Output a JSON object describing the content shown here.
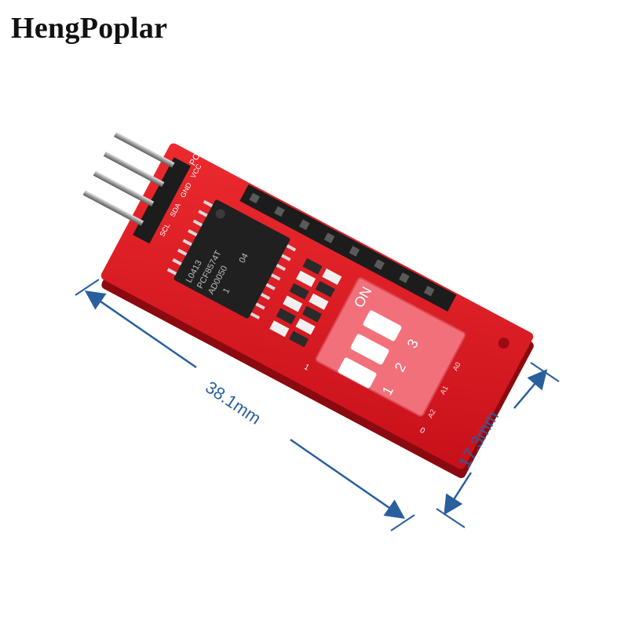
{
  "brand": {
    "name": "HengPoplar"
  },
  "board": {
    "silkscreen_title": "PCF8574T",
    "pin_labels": [
      "VCC",
      "GND",
      "SDA",
      "SCL"
    ],
    "chip": {
      "line1": "PCF8574T",
      "line2": "AD0050",
      "line3": "04",
      "line4": "L0413",
      "line5": "1"
    },
    "dip_switch": {
      "on_label": "ON",
      "numbers": [
        "1",
        "2",
        "3"
      ],
      "addr_labels": [
        "A0",
        "A1",
        "A2"
      ],
      "marks": [
        "1",
        "0"
      ]
    }
  },
  "dimensions": {
    "length": "38.1mm",
    "width": "17.3mm"
  },
  "colors": {
    "pcb": "#e0141e",
    "pcb_dark": "#b00c14",
    "dip": "#f2707a",
    "header": "#1c1c1c",
    "dimension_line": "#2a5f9e"
  }
}
